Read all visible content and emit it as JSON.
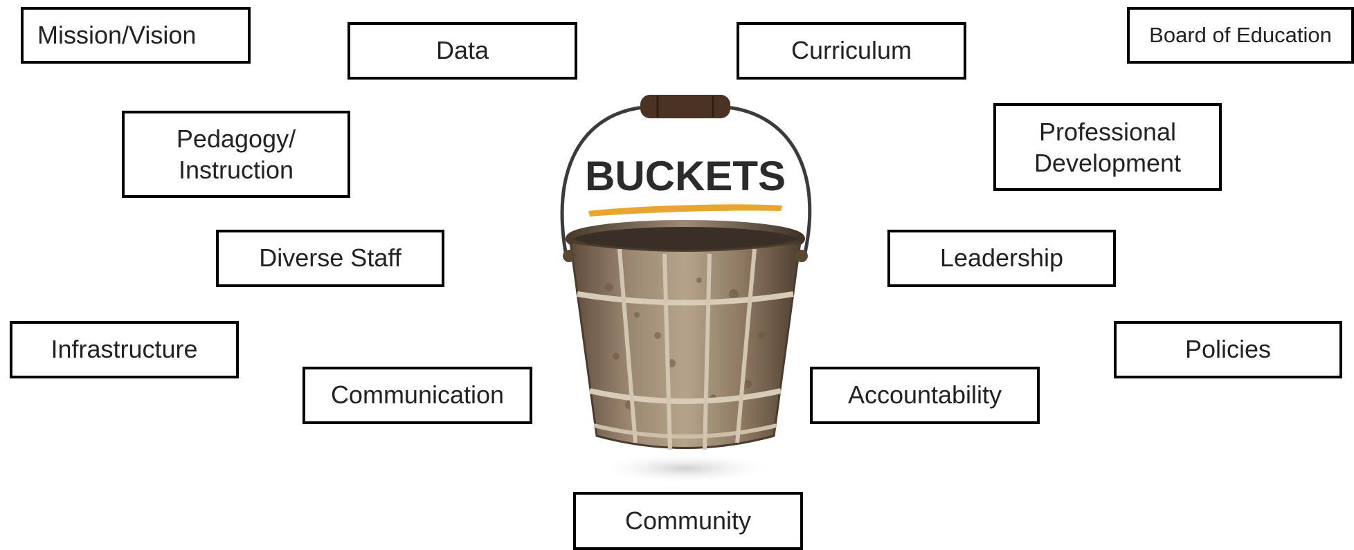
{
  "center": {
    "title": "BUCKETS",
    "accent_color": "#e8a530"
  },
  "boxes": {
    "mission_vision": "Mission/Vision",
    "data": "Data",
    "curriculum": "Curriculum",
    "board_of_education": "Board of Education",
    "pedagogy_line1": "Pedagogy/",
    "pedagogy_line2": "Instruction",
    "professional_line1": "Professional",
    "professional_line2": "Development",
    "diverse_staff": "Diverse Staff",
    "leadership": "Leadership",
    "infrastructure": "Infrastructure",
    "policies": "Policies",
    "communication": "Communication",
    "accountability": "Accountability",
    "community": "Community"
  },
  "colors": {
    "border": "#000000",
    "text": "#222222",
    "bucket_metal": "#8f7a62"
  }
}
